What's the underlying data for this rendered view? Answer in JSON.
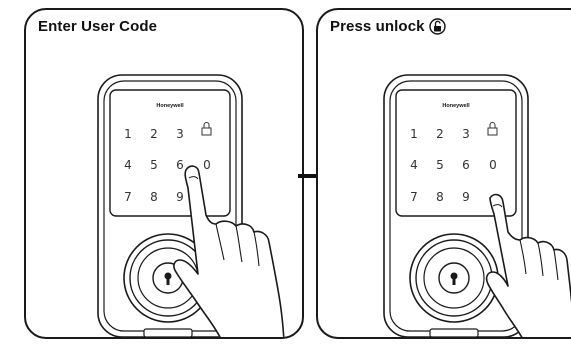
{
  "steps": [
    {
      "title": "Enter User Code"
    },
    {
      "title": "Press unlock"
    }
  ],
  "brand": "Honeywell",
  "keypad": {
    "rows": [
      [
        "1",
        "2",
        "3",
        "lock"
      ],
      [
        "4",
        "5",
        "6",
        "0"
      ],
      [
        "7",
        "8",
        "9",
        ""
      ]
    ]
  },
  "icons": {
    "unlock": "unlock-icon",
    "lock": "lock-icon",
    "arrow": "arrow-right-icon"
  },
  "colors": {
    "line": "#1a1a1a",
    "background": "#ffffff"
  }
}
